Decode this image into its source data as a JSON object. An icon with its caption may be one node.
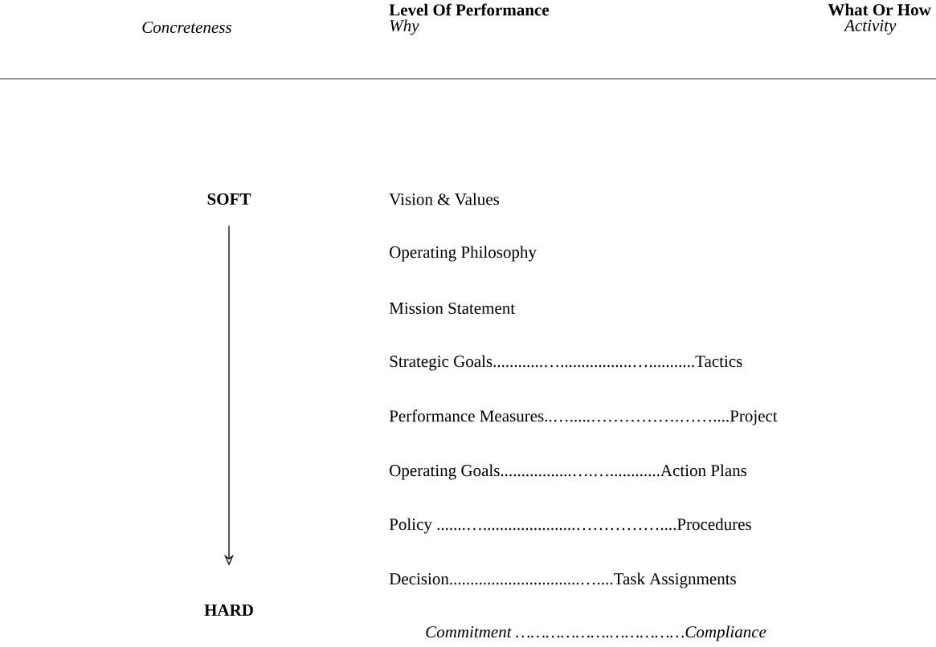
{
  "diagram": {
    "nodes": [
      {
        "text": [
          "SOFT"
        ]
      },
      {
        "text": [
          "HARD"
        ]
      }
    ],
    "edges": [
      {
        "from": 0,
        "to": 1,
        "arrow": "to"
      }
    ],
    "labels": [
      "Level Of Performance",
      "What Or How",
      "Concreteness",
      "Why",
      "Activity",
      "Vision & Values",
      "Operating Philosophy",
      "Mission Statement",
      "Strategic Goals............….................…...........Tactics",
      "Performance Measures..….....…………….……....Project",
      "Operating Goals.................….…............Action Plans",
      "Policy   .......…......................……………....Procedures",
      "Decision...............................…....Task Assignments",
      "Commitment ……………….……………Compliance"
    ]
  }
}
